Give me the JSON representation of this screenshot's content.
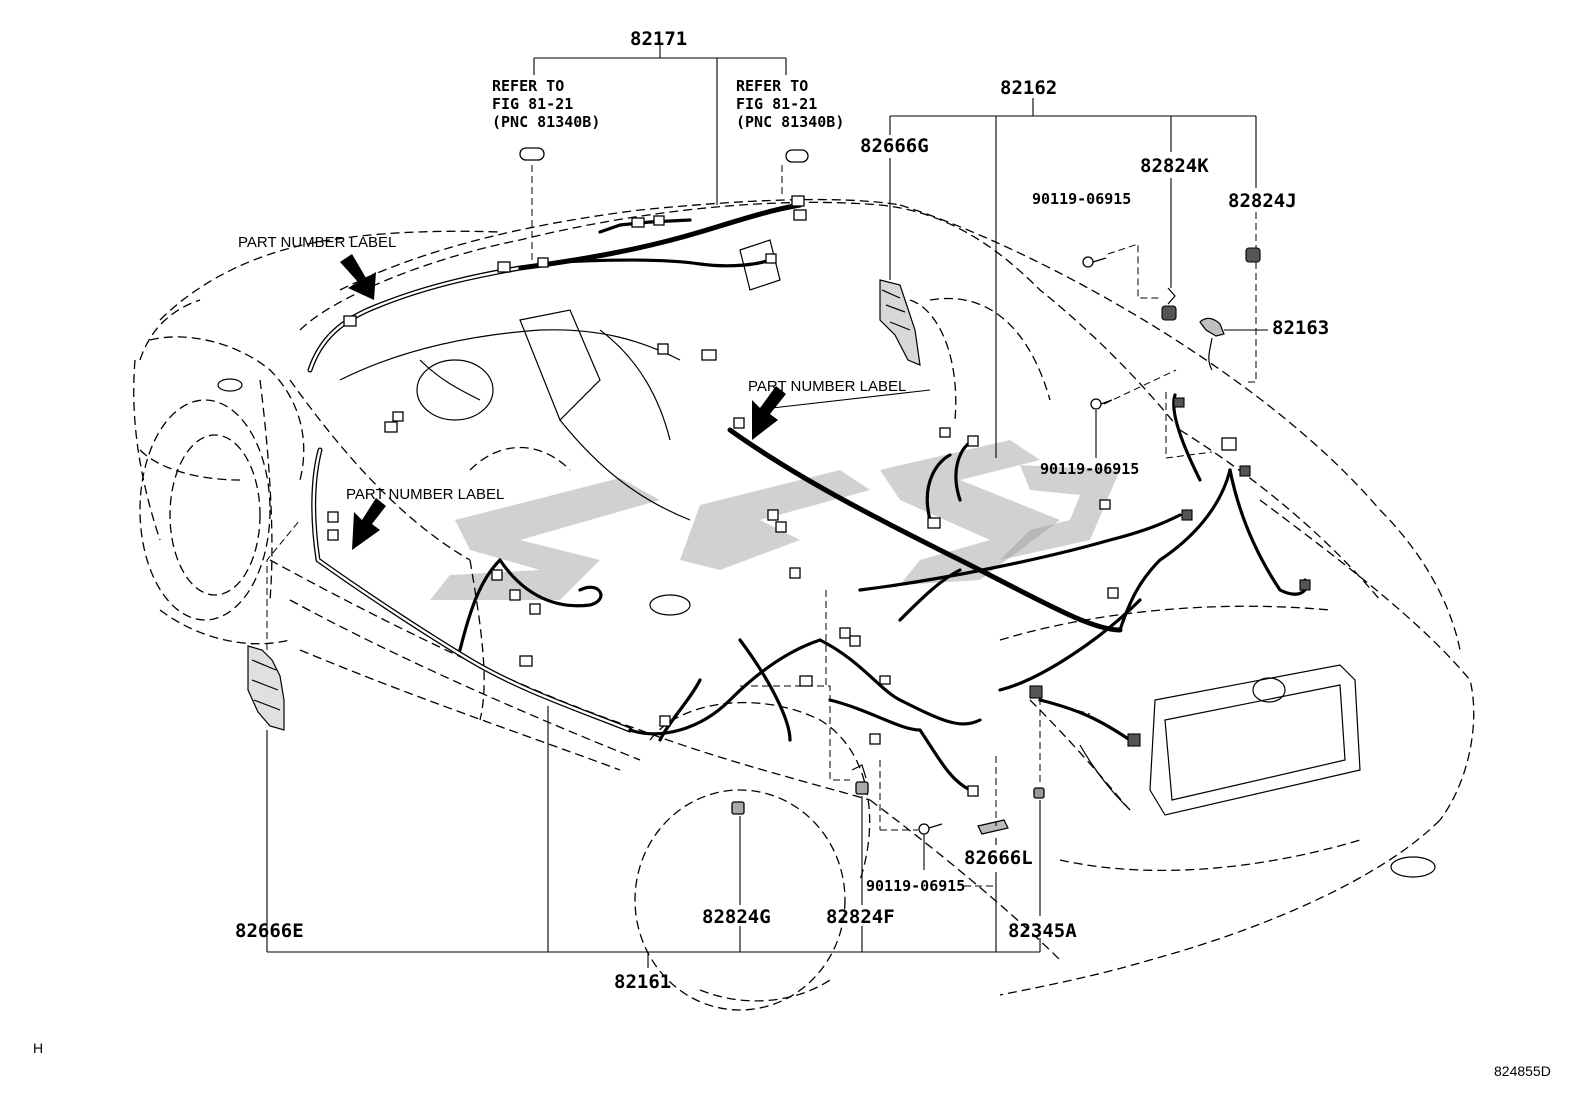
{
  "parts": {
    "p82171": "82171",
    "p82162": "82162",
    "p82666G": "82666G",
    "p82824K": "82824K",
    "p82824J": "82824J",
    "p90119_top": "90119-06915",
    "p82163": "82163",
    "p90119_mid": "90119-06915",
    "p82666L": "82666L",
    "p90119_low": "90119-06915",
    "p82666E": "82666E",
    "p82824G": "82824G",
    "p82824F": "82824F",
    "p82345A": "82345A",
    "p82161": "82161"
  },
  "refer_left": [
    "REFER TO",
    "FIG 81-21",
    "(PNC 81340B)"
  ],
  "refer_right": [
    "REFER TO",
    "FIG 81-21",
    "(PNC 81340B)"
  ],
  "labels": {
    "part_number_label_1": "PART NUMBER LABEL",
    "part_number_label_2": "PART NUMBER LABEL",
    "part_number_label_3": "PART NUMBER LABEL"
  },
  "footer": {
    "corner_mark": "H",
    "figure_code": "824855D"
  }
}
